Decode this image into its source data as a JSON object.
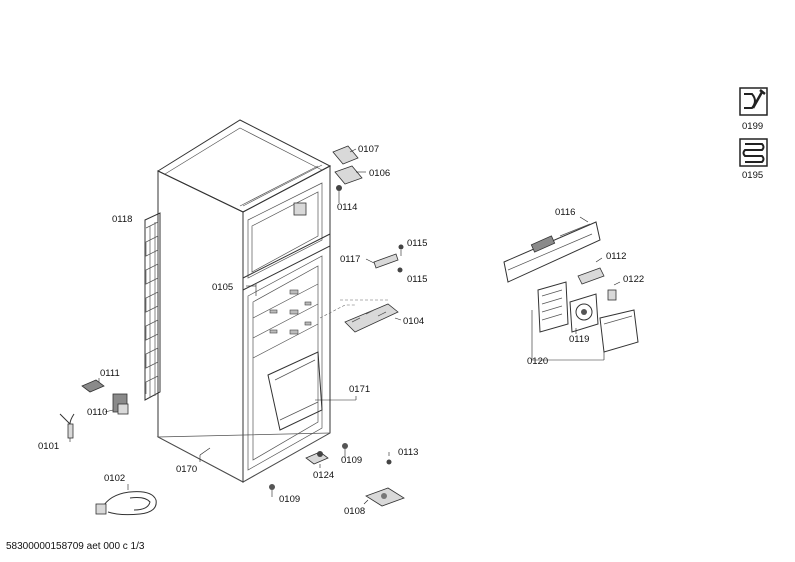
{
  "labels": {
    "l0107": "0107",
    "l0106": "0106",
    "l0114": "0114",
    "l0118": "0118",
    "l0115a": "0115",
    "l0117": "0117",
    "l0115b": "0115",
    "l0105": "0105",
    "l0104": "0104",
    "l0171": "0171",
    "l0111": "0111",
    "l0110": "0110",
    "l0101": "0101",
    "l0170": "0170",
    "l0109a": "0109",
    "l0124": "0124",
    "l0113": "0113",
    "l0102": "0102",
    "l0109b": "0109",
    "l0108": "0108",
    "l0116": "0116",
    "l0112": "0112",
    "l0122": "0122",
    "l0119": "0119",
    "l0120": "0120",
    "l0199": "0199",
    "l0195": "0195"
  },
  "icons": {
    "service": "wrench-service-icon",
    "coil": "condenser-coil-icon"
  },
  "footer": "58300000158709 aet 000 c 1/3"
}
